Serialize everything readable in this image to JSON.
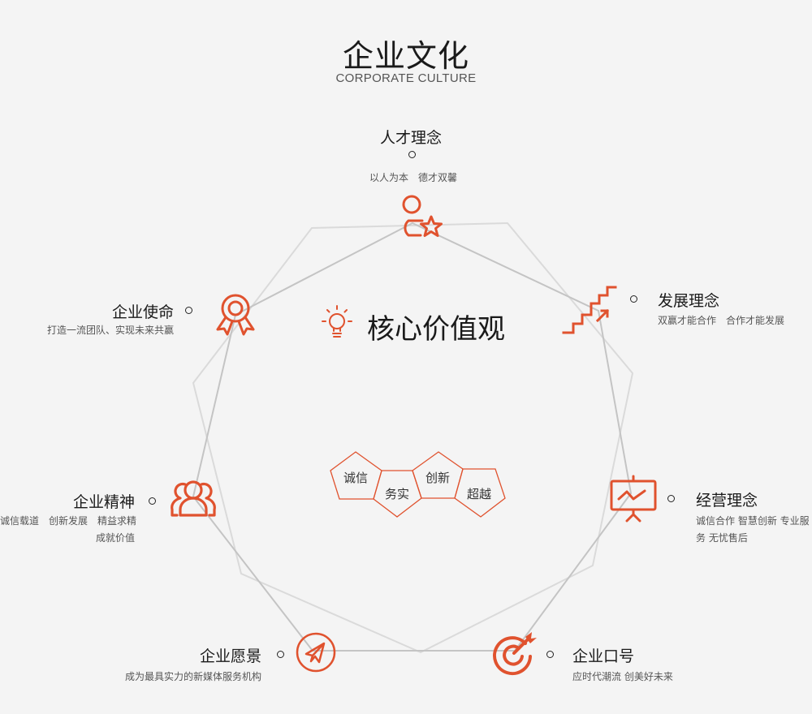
{
  "header": {
    "title": "企业文化",
    "subtitle": "CORPORATE CULTURE"
  },
  "center": {
    "title": "核心价值观",
    "icon": "lightbulb-icon",
    "values": [
      "诚信",
      "务实",
      "创新",
      "超越"
    ]
  },
  "items": [
    {
      "title": "人才理念",
      "desc": [
        "以人为本　德才双馨"
      ],
      "icon": "person-star-icon"
    },
    {
      "title": "发展理念",
      "desc": [
        "双赢才能合作　合作才能发展"
      ],
      "icon": "stairs-arrow-icon"
    },
    {
      "title": "经营理念",
      "desc": [
        "诚信合作 智慧创新 专业服",
        "务 无忧售后"
      ],
      "icon": "presentation-board-icon"
    },
    {
      "title": "企业口号",
      "desc": [
        "应时代潮流 创美好未来"
      ],
      "icon": "target-arrow-icon"
    },
    {
      "title": "企业愿景",
      "desc": [
        "成为最具实力的新媒体服务机构"
      ],
      "icon": "paper-plane-icon"
    },
    {
      "title": "企业精神",
      "desc": [
        "诚信载道　创新发展　精益求精",
        "成就价值"
      ],
      "icon": "team-icon"
    },
    {
      "title": "企业使命",
      "desc": [
        "打造一流团队、实现未来共赢"
      ],
      "icon": "award-ribbon-icon"
    }
  ],
  "colors": {
    "accent": "#e0522e",
    "background": "#f4f4f4",
    "line_dark": "#c2c2c2",
    "line_light": "#d9d9d9",
    "text": "#1a1a1a",
    "text_muted": "#555555"
  }
}
